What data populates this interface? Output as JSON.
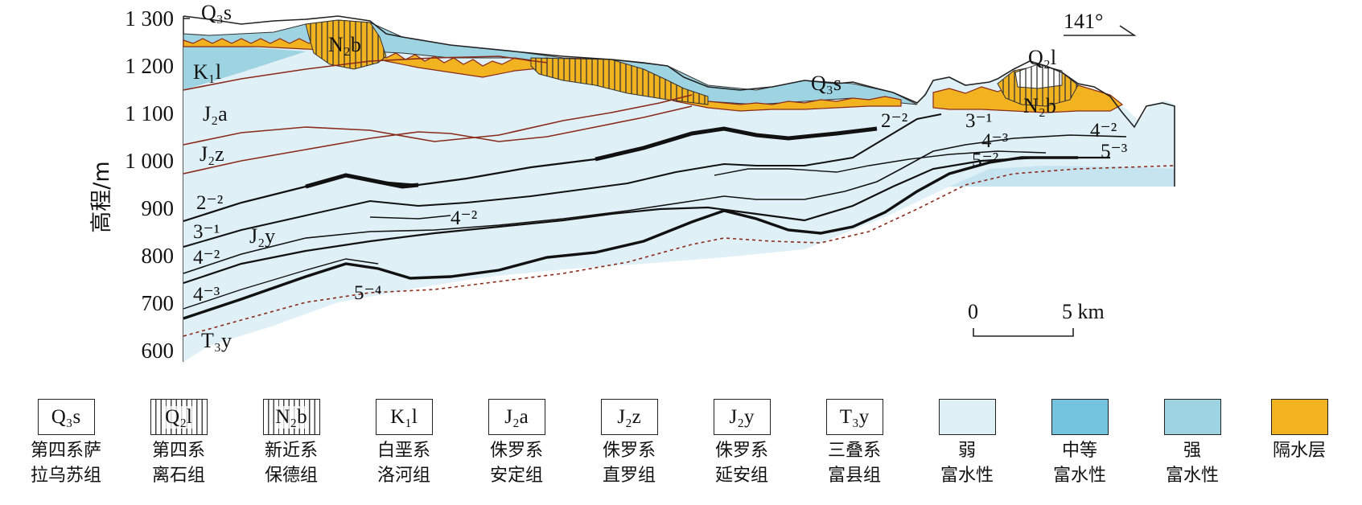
{
  "y_axis": {
    "title": "高程/m",
    "ticks": [
      "1 300",
      "1 200",
      "1 100",
      "1 000",
      "900",
      "800",
      "700",
      "600"
    ]
  },
  "orientation": "141°",
  "scale_bar": {
    "start": "0",
    "end": "5 km"
  },
  "formation_labels": {
    "q3s_top": "Q₃s",
    "n2b": "N₂b",
    "k1l": "K₁l",
    "j2a": "J₂a",
    "j2z": "J₂z",
    "j2y": "J₂y",
    "t3y": "T₃y",
    "q3s_mid": "Q₃s",
    "q2l": "Q₂l",
    "n2b_right": "N₂b"
  },
  "seam_labels": {
    "left_2_2": "2⁻²",
    "left_3_1": "3⁻¹",
    "left_4_2": "4⁻²",
    "left_4_3": "4⁻³",
    "mid_4_2": "4⁻²",
    "mid_5_4": "5⁻⁴",
    "right_2_2": "2⁻²",
    "right_3_1": "3⁻¹",
    "right_4_3": "4⁻³",
    "right_5_2": "5⁻²",
    "far_4_2": "4⁻²",
    "far_5_3": "5⁻³"
  },
  "legend": [
    {
      "symbol": "Q₃s",
      "line1": "第四系萨",
      "line2": "拉乌苏组",
      "fill": "none"
    },
    {
      "symbol": "Q₂l",
      "line1": "第四系",
      "line2": "离石组",
      "fill": "hatch"
    },
    {
      "symbol": "N₂b",
      "line1": "新近系",
      "line2": "保德组",
      "fill": "hatch"
    },
    {
      "symbol": "K₁l",
      "line1": "白垩系",
      "line2": "洛河组",
      "fill": "none"
    },
    {
      "symbol": "J₂a",
      "line1": "侏罗系",
      "line2": "安定组",
      "fill": "none"
    },
    {
      "symbol": "J₂z",
      "line1": "侏罗系",
      "line2": "直罗组",
      "fill": "none"
    },
    {
      "symbol": "J₂y",
      "line1": "侏罗系",
      "line2": "延安组",
      "fill": "none"
    },
    {
      "symbol": "T₃y",
      "line1": "三叠系",
      "line2": "富县组",
      "fill": "none"
    },
    {
      "symbol": "",
      "line1": "弱",
      "line2": "富水性",
      "fill": "#dff0f7"
    },
    {
      "symbol": "",
      "line1": "中等",
      "line2": "富水性",
      "fill": "#74c4e0"
    },
    {
      "symbol": "",
      "line1": "强",
      "line2": "富水性",
      "fill": "#9ed3e2"
    },
    {
      "symbol": "",
      "line1": "隔水层",
      "line2": "",
      "fill": "#f2b321"
    }
  ]
}
